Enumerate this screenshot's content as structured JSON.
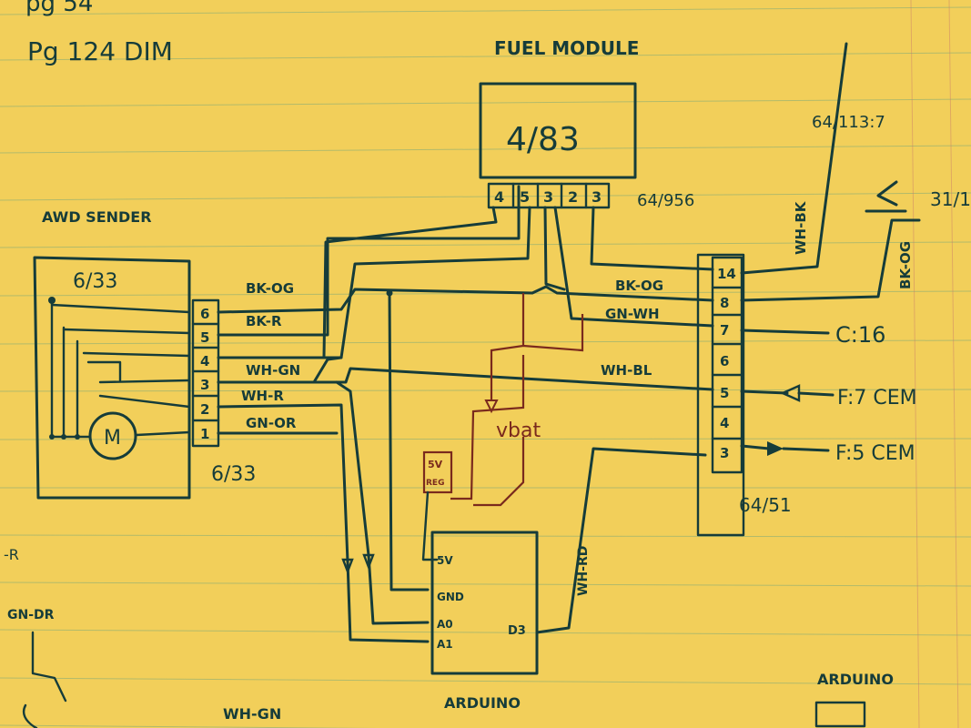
{
  "notes": {
    "top_left_1": "pg 54",
    "top_left_2": "Pg 124 DIM"
  },
  "fuel_module": {
    "title": "FUEL MODULE",
    "ref": "4/83",
    "pins": [
      "4",
      "5",
      "3",
      "2",
      "3"
    ],
    "connector_ref": "64/956"
  },
  "awd_sender": {
    "title": "AWD SENDER",
    "ref": "6/33",
    "connector_ref": "6/33",
    "pins": [
      "6",
      "5",
      "4",
      "3",
      "2",
      "1"
    ],
    "motor": "M"
  },
  "wires_left": [
    "BK-OG",
    "BK-R",
    "WH-GN",
    "WH-R",
    "GN-OR"
  ],
  "wires_mid": {
    "bkog": "BK-OG",
    "gnwh": "GN-WH",
    "whbl": "WH-BL",
    "whrd": "WH-RD"
  },
  "connector_right": {
    "ref": "64/51",
    "pins": [
      "14",
      "8",
      "7",
      "6",
      "5",
      "4",
      "3"
    ]
  },
  "right_labels": {
    "ref_top": "64/113:7",
    "wh_bk": "WH-BK",
    "ref_31": "31/1",
    "bk_og": "BK-OG",
    "c16": "C:16",
    "f7": "F:7 CEM",
    "f5": "F:5 CEM"
  },
  "vbat": "vbat",
  "regulator": {
    "line1": "5V",
    "line2": "REG"
  },
  "arduino": {
    "title": "ARDUINO",
    "pins": {
      "v5": "5V",
      "gnd": "GND",
      "a0": "A0",
      "a1": "A1",
      "d3": "D3"
    }
  },
  "bottom": {
    "left_r": "-R",
    "gn_dr": "GN-DR",
    "wh_gn": "WH-GN",
    "arduino2": "ARDUINO"
  }
}
